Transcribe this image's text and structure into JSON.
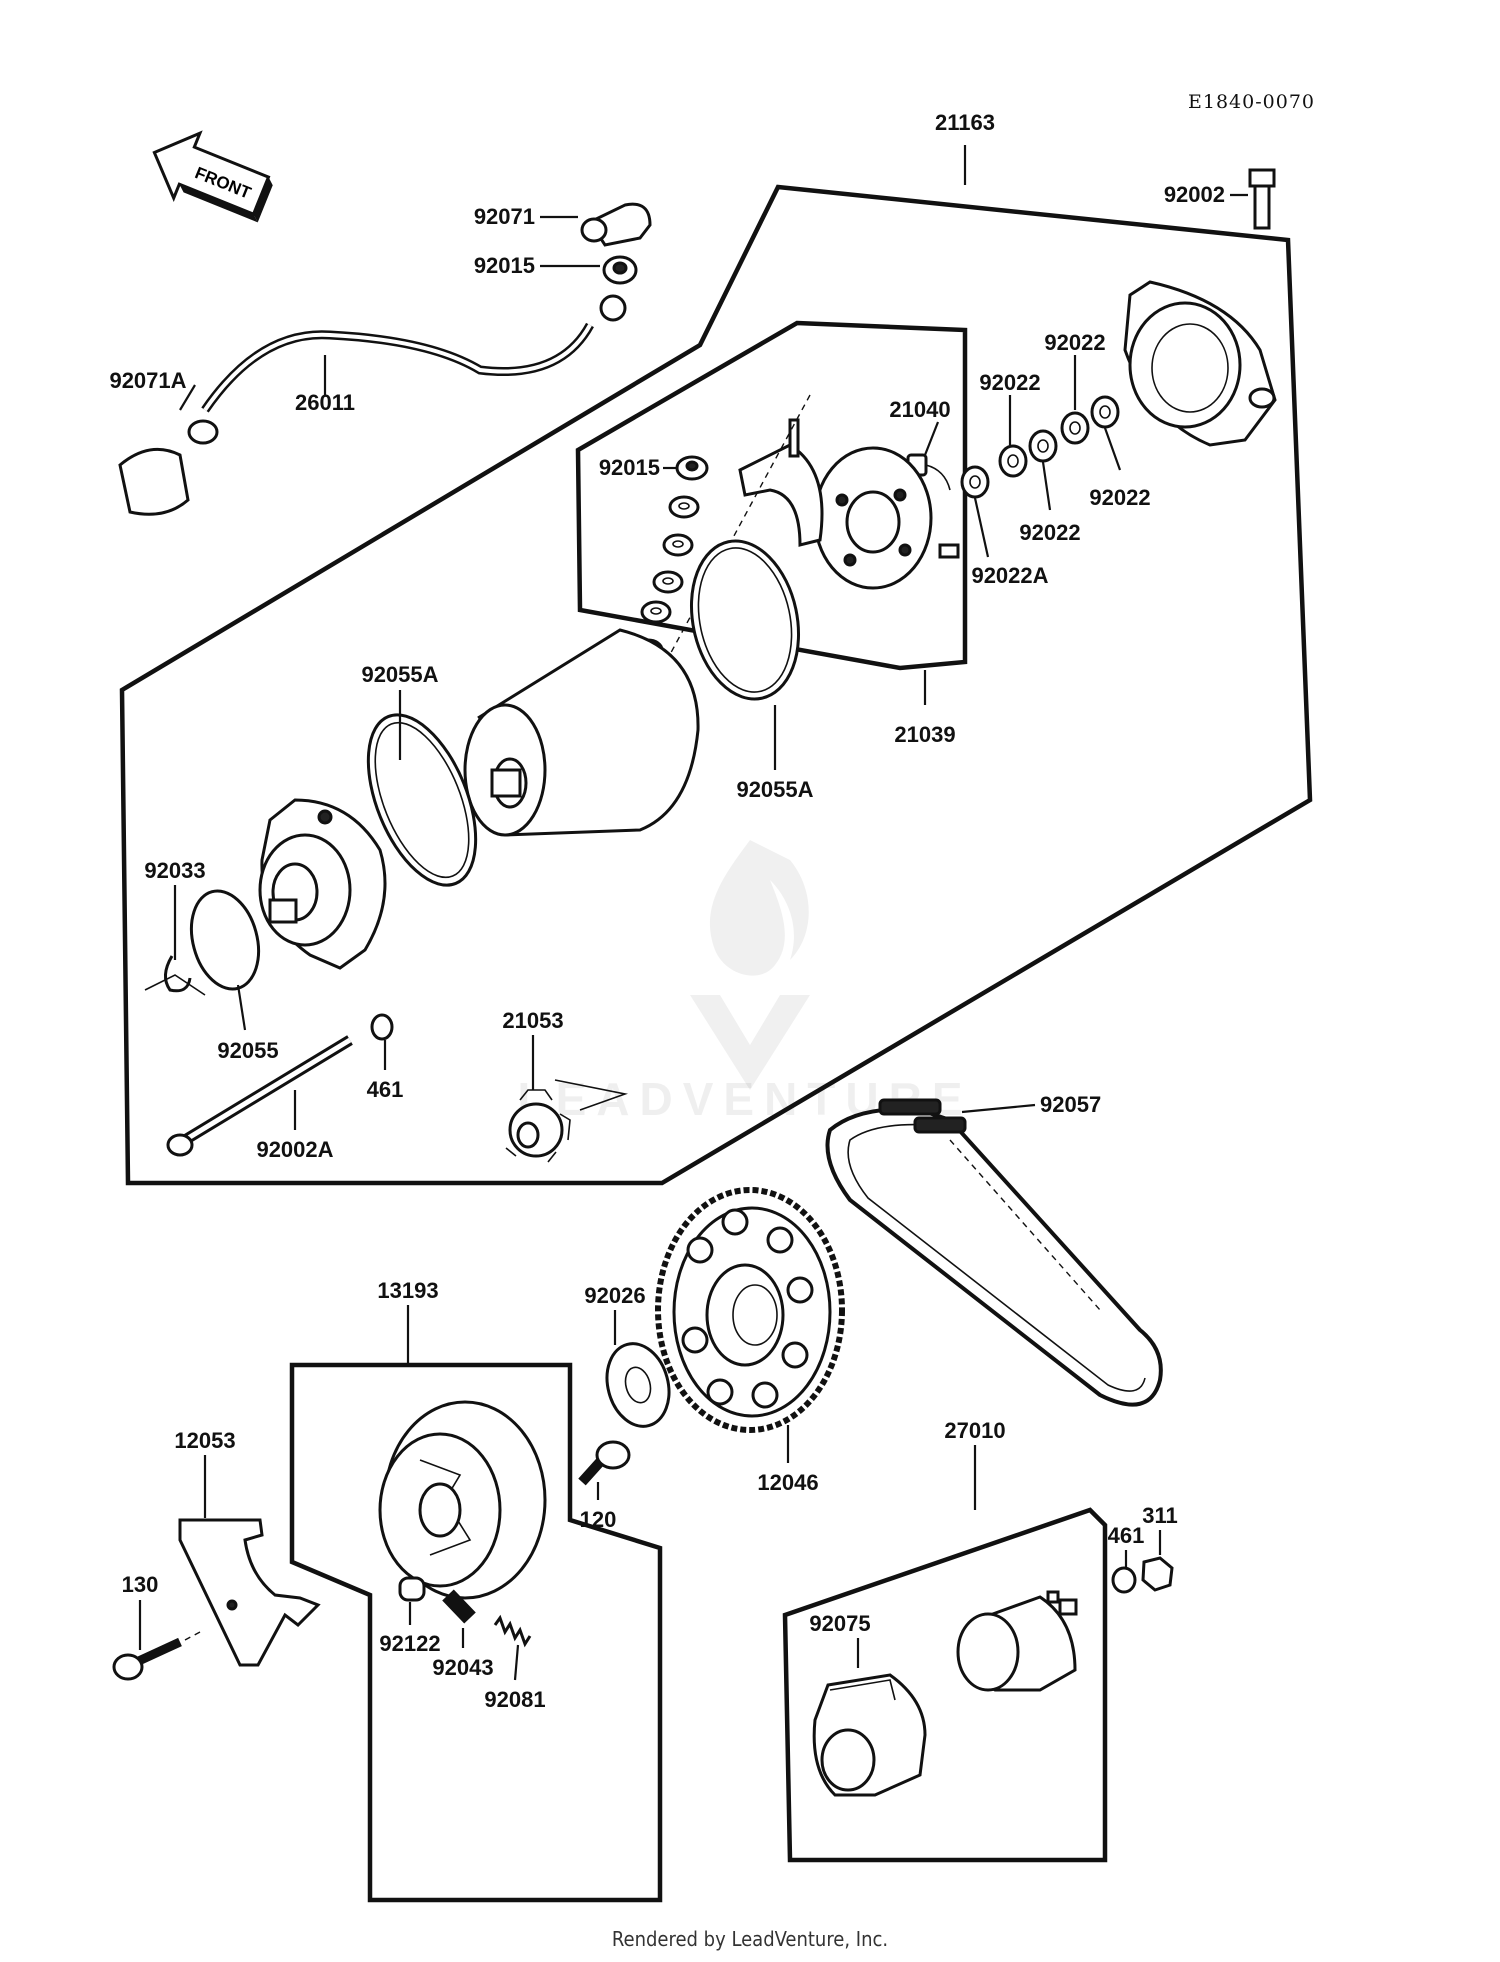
{
  "diagram": {
    "reference_code": "E1840-0070",
    "front_arrow_label": "FRONT",
    "footer": "Rendered by LeadVenture, Inc.",
    "watermark": "LEADVENTURE",
    "callouts": [
      {
        "id": "c_21163",
        "text": "21163"
      },
      {
        "id": "c_92002",
        "text": "92002"
      },
      {
        "id": "c_92071",
        "text": "92071"
      },
      {
        "id": "c_92015_top",
        "text": "92015"
      },
      {
        "id": "c_92071A",
        "text": "92071A"
      },
      {
        "id": "c_26011",
        "text": "26011"
      },
      {
        "id": "c_92022_a",
        "text": "92022"
      },
      {
        "id": "c_92022_b",
        "text": "92022"
      },
      {
        "id": "c_21040",
        "text": "21040"
      },
      {
        "id": "c_92015_mid",
        "text": "92015"
      },
      {
        "id": "c_92022_c",
        "text": "92022"
      },
      {
        "id": "c_92022_d",
        "text": "92022"
      },
      {
        "id": "c_92022A",
        "text": "92022A"
      },
      {
        "id": "c_21039",
        "text": "21039"
      },
      {
        "id": "c_92055A_left",
        "text": "92055A"
      },
      {
        "id": "c_92055A_right",
        "text": "92055A"
      },
      {
        "id": "c_92033",
        "text": "92033"
      },
      {
        "id": "c_92055",
        "text": "92055"
      },
      {
        "id": "c_21053",
        "text": "21053"
      },
      {
        "id": "c_461_top",
        "text": "461"
      },
      {
        "id": "c_92002A",
        "text": "92002A"
      },
      {
        "id": "c_92057",
        "text": "92057"
      },
      {
        "id": "c_13193",
        "text": "13193"
      },
      {
        "id": "c_92026",
        "text": "92026"
      },
      {
        "id": "c_12053",
        "text": "12053"
      },
      {
        "id": "c_120",
        "text": "120"
      },
      {
        "id": "c_12046",
        "text": "12046"
      },
      {
        "id": "c_27010",
        "text": "27010"
      },
      {
        "id": "c_311",
        "text": "311"
      },
      {
        "id": "c_461_bottom",
        "text": "461"
      },
      {
        "id": "c_130",
        "text": "130"
      },
      {
        "id": "c_92122",
        "text": "92122"
      },
      {
        "id": "c_92043",
        "text": "92043"
      },
      {
        "id": "c_92081",
        "text": "92081"
      },
      {
        "id": "c_92075",
        "text": "92075"
      }
    ]
  }
}
